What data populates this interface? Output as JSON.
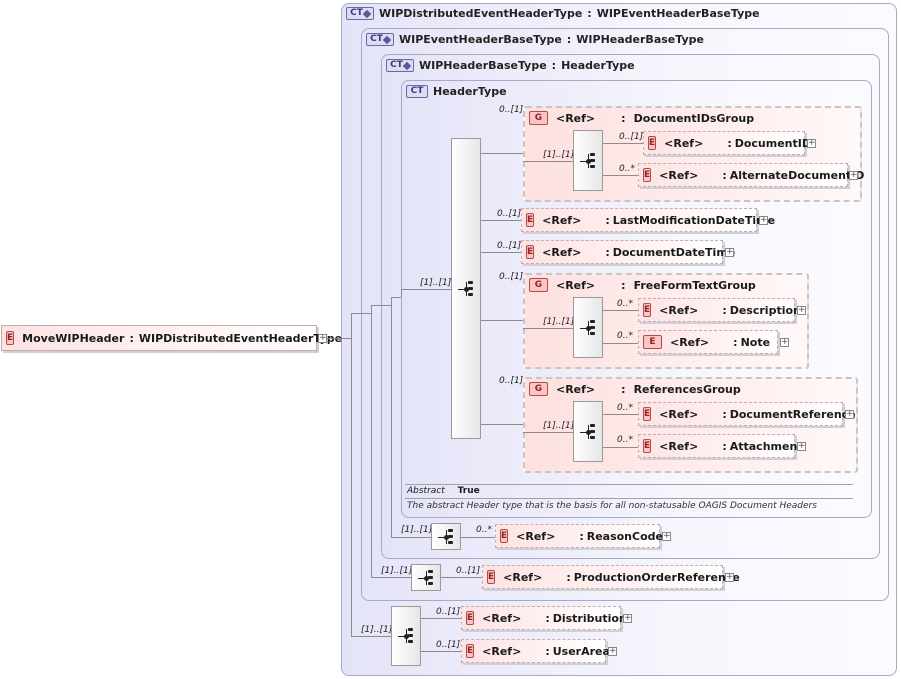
{
  "root": {
    "badge": "E",
    "name": "MoveWIPHeader",
    "type": "WIPDistributedEventHeaderType"
  },
  "ct_badge": "CT",
  "separator": ":",
  "types": {
    "wipdist": {
      "name": "WIPDistributedEventHeaderType",
      "base": "WIPEventHeaderBaseType"
    },
    "wipevent": {
      "name": "WIPEventHeaderBaseType",
      "base": "WIPHeaderBaseType"
    },
    "wipheader": {
      "name": "WIPHeaderBaseType",
      "base": "HeaderType"
    },
    "header": {
      "name": "HeaderType"
    }
  },
  "ref_label": "<Ref>",
  "groups": {
    "documentids": {
      "badge": "G",
      "name": "DocumentIDsGroup",
      "card": "0..[1]",
      "seq_card": "[1]..[1]"
    },
    "freeform": {
      "badge": "G",
      "name": "FreeFormTextGroup",
      "card": "0..[1]",
      "seq_card": "[1]..[1]"
    },
    "references": {
      "badge": "G",
      "name": "ReferencesGroup",
      "card": "0..[1]",
      "seq_card": "[1]..[1]"
    }
  },
  "elements": {
    "documentid": {
      "badge": "E",
      "name": "DocumentID",
      "card": "0..[1]"
    },
    "alternatedocumentid": {
      "badge": "E",
      "name": "AlternateDocumentID",
      "card": "0..*"
    },
    "lastmodificationdatetime": {
      "badge": "E",
      "name": "LastModificationDateTime",
      "card": "0..[1]"
    },
    "documentdatetime": {
      "badge": "E",
      "name": "DocumentDateTime",
      "card": "0..[1]"
    },
    "description": {
      "badge": "E",
      "name": "Description",
      "card": "0..*"
    },
    "note": {
      "badge": "E",
      "name": "Note",
      "card": "0..*"
    },
    "documentreference": {
      "badge": "E",
      "name": "DocumentReference",
      "card": "0..*"
    },
    "attachment": {
      "badge": "E",
      "name": "Attachment",
      "card": "0..*"
    },
    "reasoncode": {
      "badge": "E",
      "name": "ReasonCode",
      "card": "0..*"
    },
    "productionorderreference": {
      "badge": "E",
      "name": "ProductionOrderReference",
      "card": "0..[1]"
    },
    "distribution": {
      "badge": "E",
      "name": "Distribution",
      "card": "0..[1]"
    },
    "userarea": {
      "badge": "E",
      "name": "UserArea",
      "card": "0..[1]"
    }
  },
  "sequences": {
    "header_main": {
      "card": "[1]..[1]"
    },
    "wipheader": {
      "card": "[1]..[1]"
    },
    "wipevent": {
      "card": "[1]..[1]"
    },
    "wipdist": {
      "card": "[1]..[1]"
    }
  },
  "header_annotation": {
    "abstract_key": "Abstract",
    "abstract_value": "True",
    "documentation": "The abstract Header type that is the basis for all non-statusable OAGIS Document Headers"
  },
  "expand_glyph": "+"
}
